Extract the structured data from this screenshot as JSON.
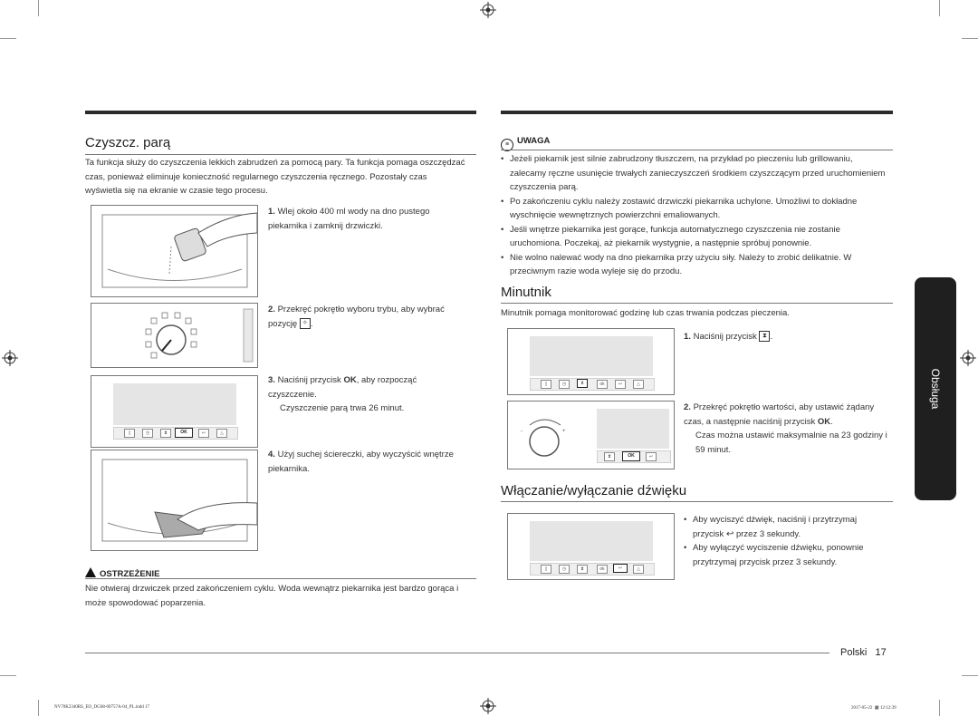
{
  "left": {
    "title": "Czyszcz. parą",
    "intro": "Ta funkcja służy do czyszczenia lekkich zabrudzeń za pomocą pary. Ta funkcja pomaga oszczędzać czas, ponieważ eliminuje konieczność regularnego czyszczenia ręcznego. Pozostały czas wyświetla się na ekranie w czasie tego procesu.",
    "steps": [
      {
        "num": "1.",
        "text": "Wlej około 400 ml wody na dno pustego piekarnika i zamknij drzwiczki."
      },
      {
        "num": "2.",
        "text": "Przekręć pokrętło wyboru trybu, aby wybrać pozycję",
        "suffix": "."
      },
      {
        "num": "3.",
        "text_a": "Naciśnij przycisk ",
        "ok": "OK",
        "text_b": ", aby rozpocząć czyszczenie.",
        "extra": "Czyszczenie parą trwa 26 minut."
      },
      {
        "num": "4.",
        "text": "Użyj suchej ściereczki, aby wyczyścić wnętrze piekarnika."
      }
    ],
    "warning_title": "OSTRZEŻENIE",
    "warning_text": "Nie otwieraj drzwiczek przed zakończeniem cyklu. Woda wewnątrz piekarnika jest bardzo gorąca i może spowodować poparzenia.",
    "panel_ok": "OK"
  },
  "right": {
    "note_title": "UWAGA",
    "notes": [
      "Jeżeli piekarnik jest silnie zabrudzony tłuszczem, na przykład po pieczeniu lub grillowaniu, zalecamy ręczne usunięcie trwałych zanieczyszczeń środkiem czyszczącym przed uruchomieniem czyszczenia parą.",
      "Po zakończeniu cyklu należy zostawić drzwiczki piekarnika uchylone. Umożliwi to dokładne wyschnięcie wewnętrznych powierzchni emaliowanych.",
      "Jeśli wnętrze piekarnika jest gorące, funkcja automatycznego czyszczenia nie zostanie uruchomiona. Poczekaj, aż piekarnik wystygnie, a następnie spróbuj ponownie.",
      "Nie wolno nalewać wody na dno piekarnika przy użyciu siły. Należy to zrobić delikatnie. W przeciwnym razie woda wyleje się do przodu."
    ],
    "timer_title": "Minutnik",
    "timer_intro": "Minutnik pomaga monitorować godzinę lub czas trwania podczas pieczenia.",
    "timer_steps": [
      {
        "num": "1.",
        "text": "Naciśnij przycisk",
        "suffix": "."
      },
      {
        "num": "2.",
        "text_a": "Przekręć pokrętło wartości, aby ustawić żądany czas, a następnie naciśnij przycisk ",
        "ok": "OK",
        "text_b": ".",
        "extra": "Czas można ustawić maksymalnie na 23 godziny i 59 minut."
      }
    ],
    "sound_title": "Włączanie/wyłączanie dźwięku",
    "sound_items": [
      {
        "text_a": "Aby wyciszyć dźwięk, naciśnij i przytrzymaj przycisk ",
        "text_b": " przez 3 sekundy."
      },
      {
        "text": "Aby wyłączyć wyciszenie dźwięku, ponownie przytrzymaj przycisk przez 3 sekundy."
      }
    ],
    "panel_ok": "OK"
  },
  "side_tab": "Obsługa",
  "footer": {
    "language": "Polski",
    "page": "17",
    "file": "NV70K2340RS_EO_DG68-00757A-04_PL.indd   17",
    "date": "2017-05-22",
    "time": "12:12:39"
  }
}
